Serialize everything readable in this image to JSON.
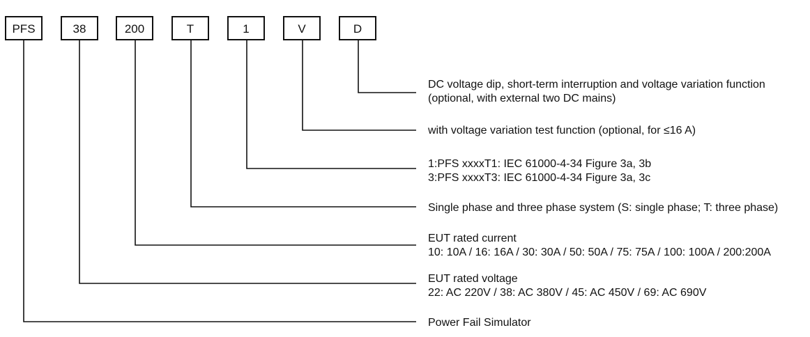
{
  "codes": [
    {
      "label": "PFS"
    },
    {
      "label": "38"
    },
    {
      "label": "200"
    },
    {
      "label": "T"
    },
    {
      "label": "1"
    },
    {
      "label": "V"
    },
    {
      "label": "D"
    }
  ],
  "descriptions": [
    {
      "code": "D",
      "lines": [
        "DC voltage dip, short-term interruption and voltage variation function",
        "(optional, with external two DC mains)"
      ]
    },
    {
      "code": "V",
      "lines": [
        "with voltage variation test function (optional, for ≤16 A)"
      ]
    },
    {
      "code": "1",
      "lines": [
        "1:PFS xxxxT1: IEC 61000-4-34 Figure 3a, 3b",
        "3:PFS xxxxT3: IEC 61000-4-34 Figure 3a, 3c"
      ]
    },
    {
      "code": "T",
      "lines": [
        "Single phase and three phase system (S: single phase; T: three phase)"
      ]
    },
    {
      "code": "200",
      "lines": [
        "EUT rated current",
        "10: 10A  / 16: 16A  / 30: 30A  / 50: 50A / 75: 75A / 100: 100A / 200:200A"
      ]
    },
    {
      "code": "38",
      "lines": [
        "EUT rated voltage",
        "22: AC 220V  / 38: AC 380V  / 45: AC 450V  /  69: AC 690V"
      ]
    },
    {
      "code": "PFS",
      "lines": [
        "Power Fail Simulator"
      ]
    }
  ]
}
